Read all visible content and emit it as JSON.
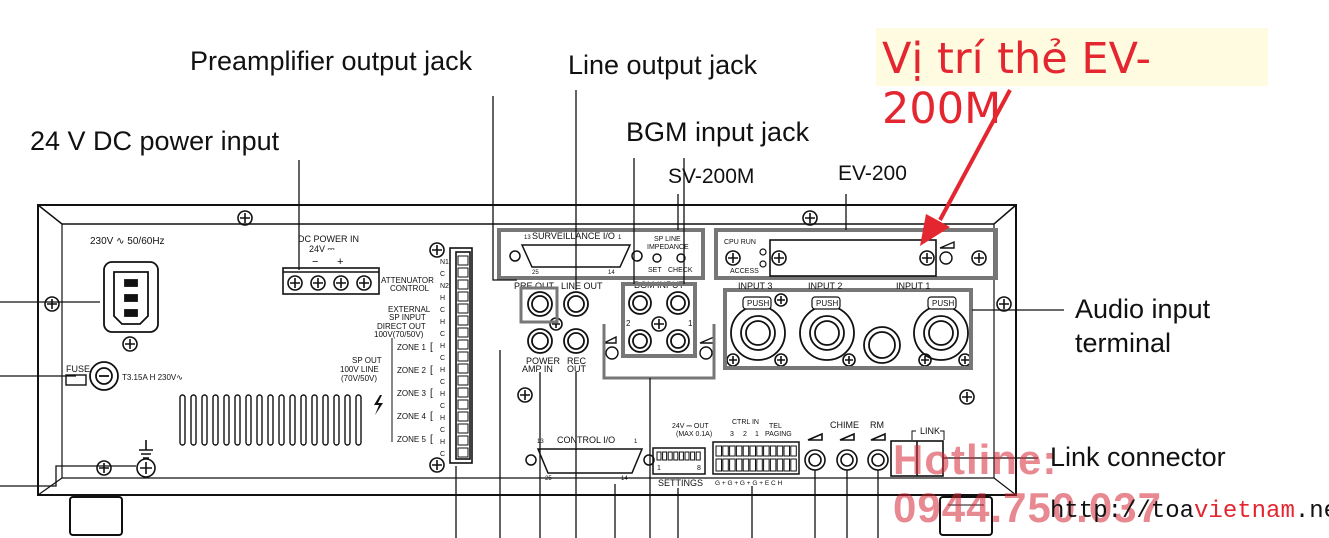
{
  "callout": {
    "text": "Vị trí thẻ EV-200M",
    "color": "#e3262f"
  },
  "labels": {
    "preamp_output_jack": "Preamplifier output jack",
    "line_output_jack": "Line output jack",
    "dc_power_input": "24 V DC power input",
    "bgm_input_jack": "BGM input jack",
    "sv200m": "SV-200M",
    "ev200": "EV-200",
    "audio_input_terminal_1": "Audio input",
    "audio_input_terminal_2": "terminal",
    "link_connector": "Link connector"
  },
  "watermark": {
    "hotline": "Hotline: 0944.750.037",
    "website_prefix": "http://toa",
    "website_accent": "vietnam",
    "website_suffix": ".net"
  },
  "panel": {
    "ac_input": "230V ∿ 50/60Hz",
    "dc_power_in": "DC POWER IN",
    "dc_24v": "24V ⎓",
    "minus": "−",
    "plus": "+",
    "fuse": "FUSE",
    "fuse_rating": "T3.15A H 230V∿",
    "surveillance_io": "SURVEILLANCE I/O",
    "surv_pin_13": "13",
    "surv_pin_1": "1",
    "surv_pin_25": "25",
    "surv_pin_14": "14",
    "sp_line": "SP LINE",
    "impedance": "IMPEDANCE",
    "set": "SET",
    "check": "CHECK",
    "cpu_run": "CPU RUN",
    "access": "ACCESS",
    "attenuator_1": "ATTENUATOR",
    "attenuator_2": "CONTROL",
    "external_1": "EXTERNAL",
    "external_2": "SP INPUT",
    "direct_1": "DIRECT OUT",
    "direct_2": "100V(70/50V)",
    "sp_out_1": "SP OUT",
    "sp_out_2": "100V LINE",
    "sp_out_3": "(70V/50V)",
    "zones": [
      "ZONE 1",
      "ZONE 2",
      "ZONE 3",
      "ZONE 4",
      "ZONE 5"
    ],
    "terminal_letters": [
      "N1",
      "C",
      "N2",
      "H",
      "C",
      "H",
      "C",
      "H",
      "C",
      "H",
      "C",
      "H",
      "C",
      "H",
      "C",
      "H",
      "C"
    ],
    "pre_out": "PRE OUT",
    "line_out": "LINE OUT",
    "power_amp_in_1": "POWER",
    "power_amp_in_2": "AMP IN",
    "rec_out_1": "REC",
    "rec_out_2": "OUT",
    "bgm_input": "BGM INPUT",
    "bgm_2": "2",
    "bgm_1": "1",
    "input_3": "INPUT 3",
    "input_2": "INPUT 2",
    "input_1": "INPUT 1",
    "push": "PUSH",
    "control_io": "CONTROL I/O",
    "ctrl_pin_13": "13",
    "ctrl_pin_1": "1",
    "ctrl_pin_25": "25",
    "ctrl_pin_14": "14",
    "dc_out_1": "24V ⎓ OUT",
    "dc_out_2": "(MAX 0.1A)",
    "ctrl_in": "CTRL IN",
    "ctrl_3": "3",
    "ctrl_2": "2",
    "ctrl_1": "1",
    "tel_1": "TEL",
    "tel_2": "PAGING",
    "settings": "SETTINGS",
    "dip_1": "1",
    "dip_8": "8",
    "terminal_row": "G + G + G + G + E C H",
    "chime": "CHIME",
    "rm": "RM",
    "link": "LINK"
  }
}
